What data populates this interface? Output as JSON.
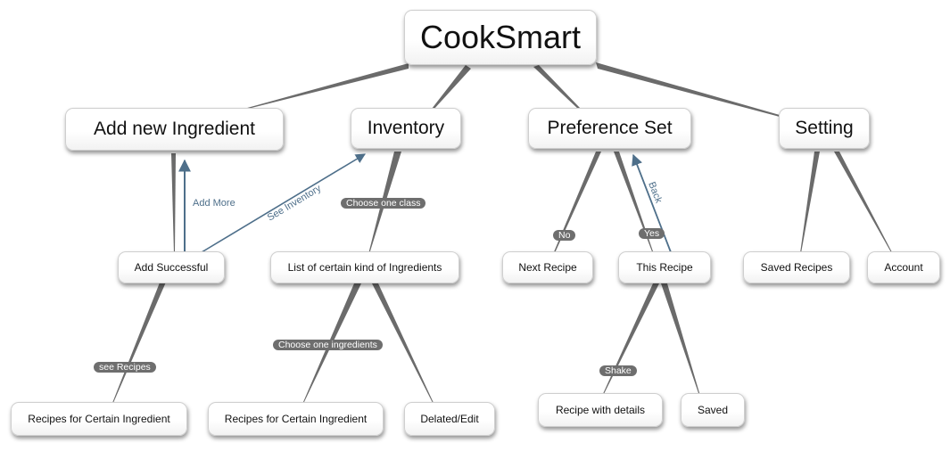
{
  "nodes": {
    "root": "CookSmart",
    "add_new_ingredient": "Add new Ingredient",
    "inventory": "Inventory",
    "preference_set": "Preference Set",
    "setting": "Setting",
    "add_successful": "Add Successful",
    "list_ingredients": "List of certain kind of Ingredients",
    "next_recipe": "Next Recipe",
    "this_recipe": "This Recipe",
    "saved_recipes": "Saved Recipes",
    "account": "Account",
    "recipes_certain_1": "Recipes for Certain Ingredient",
    "recipes_certain_2": "Recipes for Certain Ingredient",
    "delated_edit": "Delated/Edit",
    "recipe_with_details": "Recipe with details",
    "saved": "Saved"
  },
  "edge_labels": {
    "choose_one_class": "Choose one class",
    "no": "No",
    "yes": "Yes",
    "see_recipes": "see Recipes",
    "choose_one_ingredients": "Choose one ingredients",
    "shake": "Shake"
  },
  "arrow_labels": {
    "add_more": "Add More",
    "see_inventory": "See Inventory",
    "back": "Back"
  },
  "colors": {
    "connector": "#6b6b6b",
    "arrow": "#4e6f8a",
    "pill_background": "#6e6e6e",
    "pill_text": "#ffffff"
  }
}
